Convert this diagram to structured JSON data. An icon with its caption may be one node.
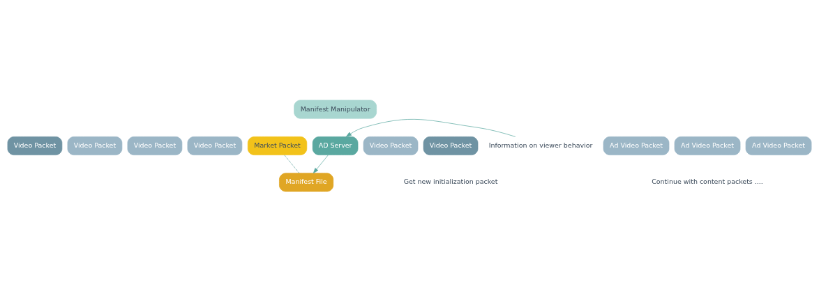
{
  "diagram": {
    "nodes": [
      {
        "text": [
          "Video Packet"
        ]
      },
      {
        "text": [
          "Video Packet"
        ]
      },
      {
        "text": [
          "Video Packet"
        ]
      },
      {
        "text": [
          "Video Packet"
        ]
      },
      {
        "text": [
          "Market Packet"
        ]
      },
      {
        "text": [
          "Video Packet"
        ]
      },
      {
        "text": [
          "Video Packet"
        ],
        "beside": [
          "Get new initialization packet"
        ]
      },
      {
        "text": [
          "Ad Video Packet"
        ]
      },
      {
        "text": [
          "Ad Video Packet"
        ]
      },
      {
        "text": [
          "Ad Video Packet"
        ]
      },
      {
        "text": [
          "Manifest File"
        ]
      },
      {
        "text": [
          "Manifest Manipulator"
        ]
      },
      {
        "text": [
          "AD Server"
        ]
      },
      {
        "text": [
          "Information on viewer behavior"
        ]
      }
    ],
    "edges": [
      {
        "from": 4,
        "to": 10,
        "arrow": "none",
        "style": "dashed",
        "color": "#5a9e9a"
      },
      {
        "from": 12,
        "to": 10,
        "arrow": "to"
      },
      {
        "from": 13,
        "to": 12,
        "arrow": "to"
      }
    ],
    "labels": [
      "Continue with content packets ...."
    ]
  }
}
